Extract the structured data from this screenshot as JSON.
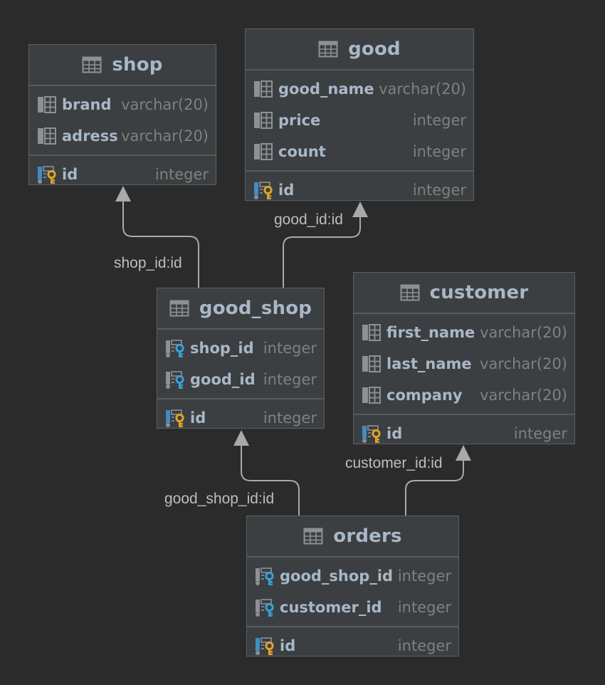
{
  "tables": {
    "shop": {
      "name": "shop",
      "columns": [
        {
          "name": "brand",
          "type": "varchar(20)",
          "icon": "column-icon"
        },
        {
          "name": "adress",
          "type": "varchar(20)",
          "icon": "column-icon"
        }
      ],
      "pk": {
        "name": "id",
        "type": "integer",
        "icon": "primary-key-icon"
      }
    },
    "good": {
      "name": "good",
      "columns": [
        {
          "name": "good_name",
          "type": "varchar(20)",
          "icon": "column-icon"
        },
        {
          "name": "price",
          "type": "integer",
          "icon": "column-icon"
        },
        {
          "name": "count",
          "type": "integer",
          "icon": "column-icon"
        }
      ],
      "pk": {
        "name": "id",
        "type": "integer",
        "icon": "primary-key-icon"
      }
    },
    "good_shop": {
      "name": "good_shop",
      "columns": [
        {
          "name": "shop_id",
          "type": "integer",
          "icon": "foreign-key-icon"
        },
        {
          "name": "good_id",
          "type": "integer",
          "icon": "foreign-key-icon"
        }
      ],
      "pk": {
        "name": "id",
        "type": "integer",
        "icon": "primary-key-icon"
      }
    },
    "customer": {
      "name": "customer",
      "columns": [
        {
          "name": "first_name",
          "type": "varchar(20)",
          "icon": "column-icon"
        },
        {
          "name": "last_name",
          "type": "varchar(20)",
          "icon": "column-icon"
        },
        {
          "name": "company",
          "type": "varchar(20)",
          "icon": "column-icon"
        }
      ],
      "pk": {
        "name": "id",
        "type": "integer",
        "icon": "primary-key-icon"
      }
    },
    "orders": {
      "name": "orders",
      "columns": [
        {
          "name": "good_shop_id",
          "type": "integer",
          "icon": "foreign-key-icon"
        },
        {
          "name": "customer_id",
          "type": "integer",
          "icon": "foreign-key-icon"
        }
      ],
      "pk": {
        "name": "id",
        "type": "integer",
        "icon": "primary-key-icon"
      }
    }
  },
  "relations": [
    {
      "from": "good_shop",
      "to": "shop",
      "label": "shop_id:id"
    },
    {
      "from": "good_shop",
      "to": "good",
      "label": "good_id:id"
    },
    {
      "from": "orders",
      "to": "good_shop",
      "label": "good_shop_id:id"
    },
    {
      "from": "orders",
      "to": "customer",
      "label": "customer_id:id"
    }
  ],
  "colors": {
    "background": "#2b2b2b",
    "table_fill": "#3b3f41",
    "connector": "#a9a9a9",
    "column_icon": "#8c9196",
    "primary_key": "#e0a32a",
    "foreign_key": "#3b9fd8",
    "key_bar": "#3d8ec2"
  }
}
